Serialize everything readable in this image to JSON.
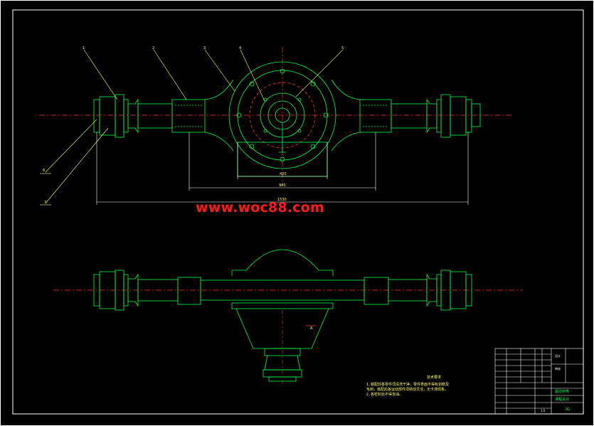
{
  "watermark": "www.woc88.com",
  "balloons": [
    "1",
    "2",
    "3",
    "4",
    "5",
    "6",
    "7"
  ],
  "dimensions": {
    "center_width": "420",
    "inner_span": "980",
    "overall_length": "1530"
  },
  "section_mark": "A",
  "technical_requirements": {
    "title": "技术要求",
    "lines": [
      "1.装配前各零件须清洗干净，零件表面不得有划痕及",
      "毛刺，装配后各运动部件须转动灵活，无卡滞现象。",
      "2.各密封处不得渗油。"
    ]
  },
  "title_block": {
    "part_name": "驱动桥壳",
    "scale": "1:5",
    "sheet": "A1",
    "designer": "设计",
    "checker": "审核",
    "school": "课程设计"
  },
  "colors": {
    "part": "#00ff44",
    "centerline": "#ff3333",
    "leader": "#ffff66",
    "dimension": "#ffffff",
    "frame": "#ffffff",
    "watermark": "#ff1a1a"
  }
}
